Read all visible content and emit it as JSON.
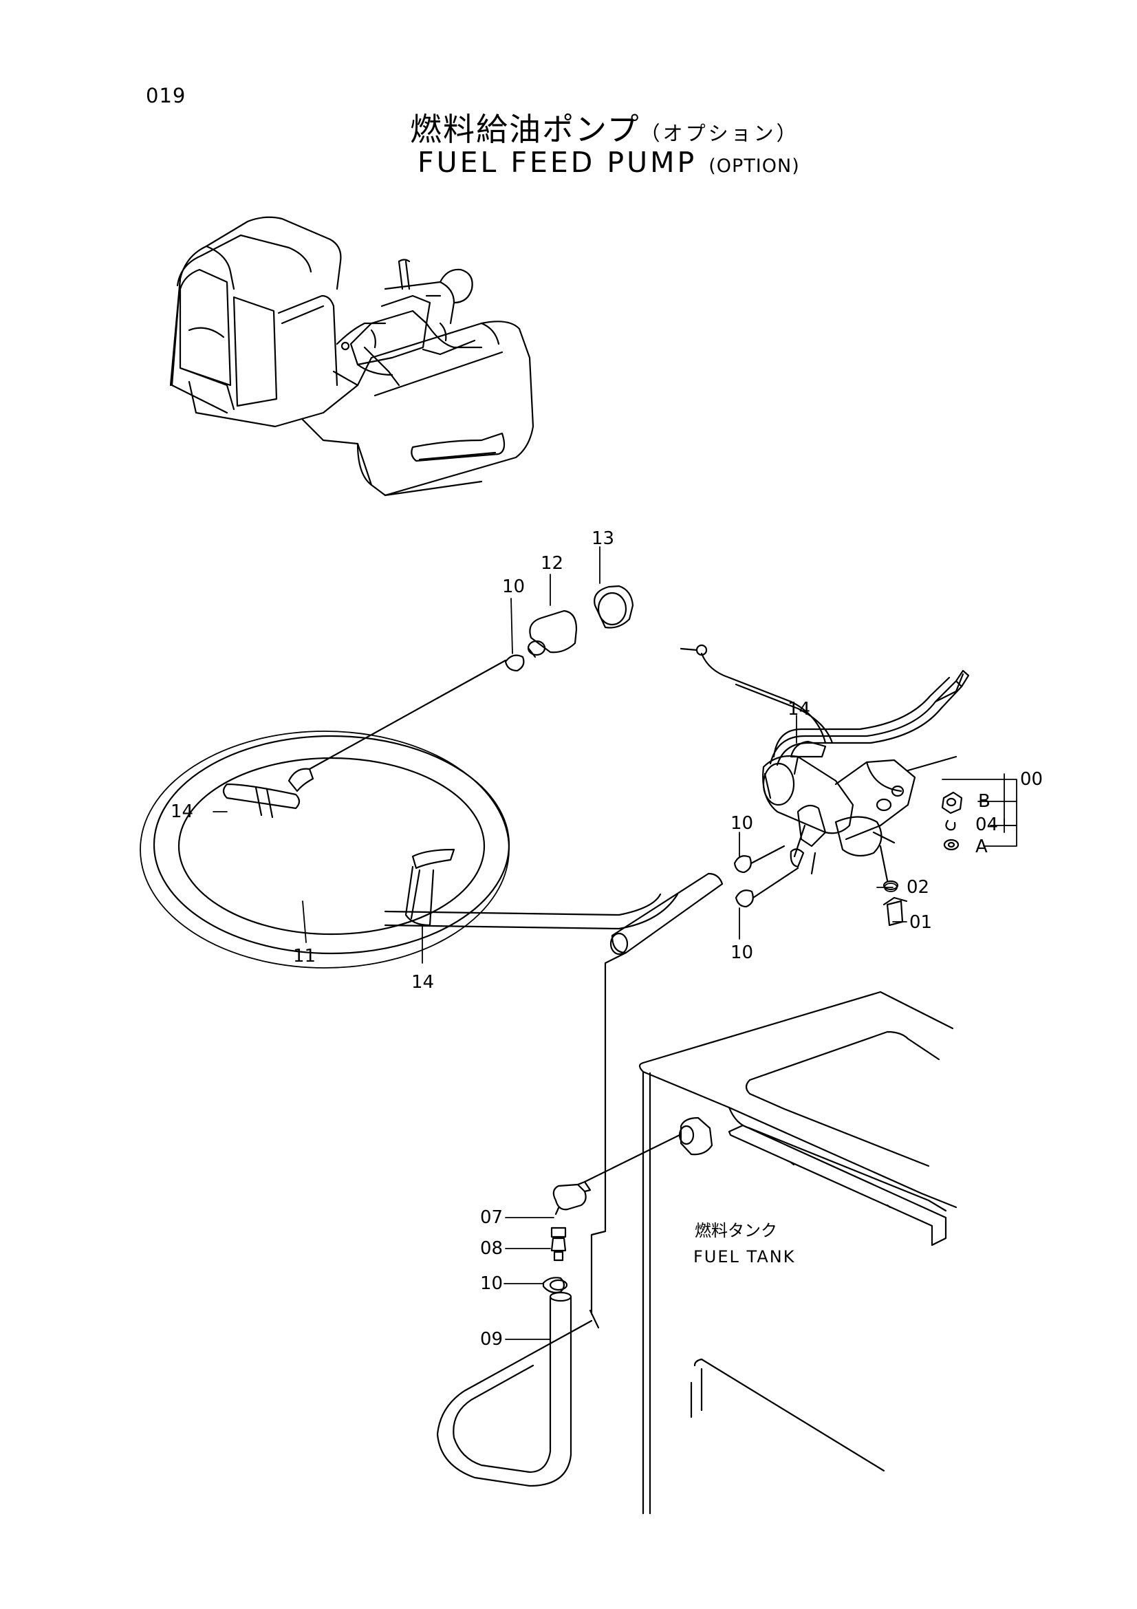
{
  "page_number": "019",
  "title": {
    "jp_main": "燃料給油ポンプ",
    "jp_sub": "（オプション）",
    "en_main": "FUEL FEED PUMP",
    "en_sub": "(OPTION)"
  },
  "callouts": {
    "c13": "13",
    "c12": "12",
    "c10_top": "10",
    "c14_pump": "14",
    "c00": "00",
    "cB": "B",
    "c04": "04",
    "cA": "A",
    "c14_left": "14",
    "c10_pump_upper": "10",
    "c10_pump_lower": "10",
    "c02": "02",
    "c01": "01",
    "c11": "11",
    "c14_bottom": "14",
    "c07": "07",
    "c08": "08",
    "c10_bottom": "10",
    "c09": "09"
  },
  "tank_label": {
    "jp": "燃料タンク",
    "en": "FUEL TANK"
  }
}
